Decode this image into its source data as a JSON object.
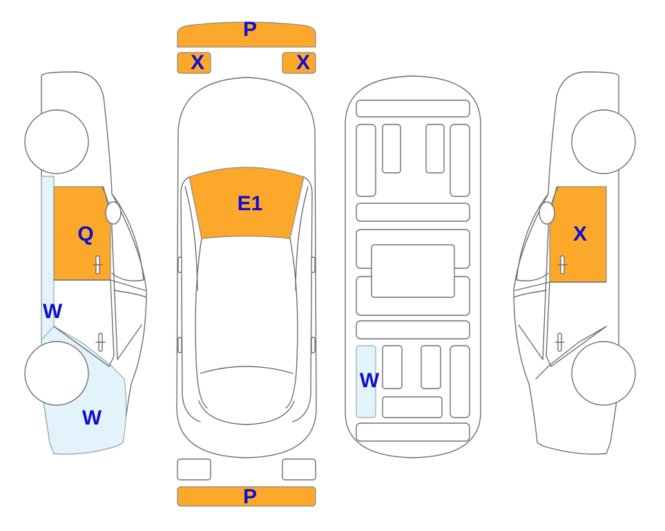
{
  "colors": {
    "damage_orange": "#FBA82B",
    "damage_lightblue": "#E2F3FB",
    "label_text": "#1010CC",
    "outline": "#6e6e6e"
  },
  "labels": {
    "front_bumper": "P",
    "left_headlight": "X",
    "right_headlight": "X",
    "hood": "E1",
    "rear_bumper": "P",
    "left_front_door": "Q",
    "left_rocker_panel": "W",
    "left_front_fender": "W",
    "right_front_door": "X",
    "floor_panel": "W"
  }
}
